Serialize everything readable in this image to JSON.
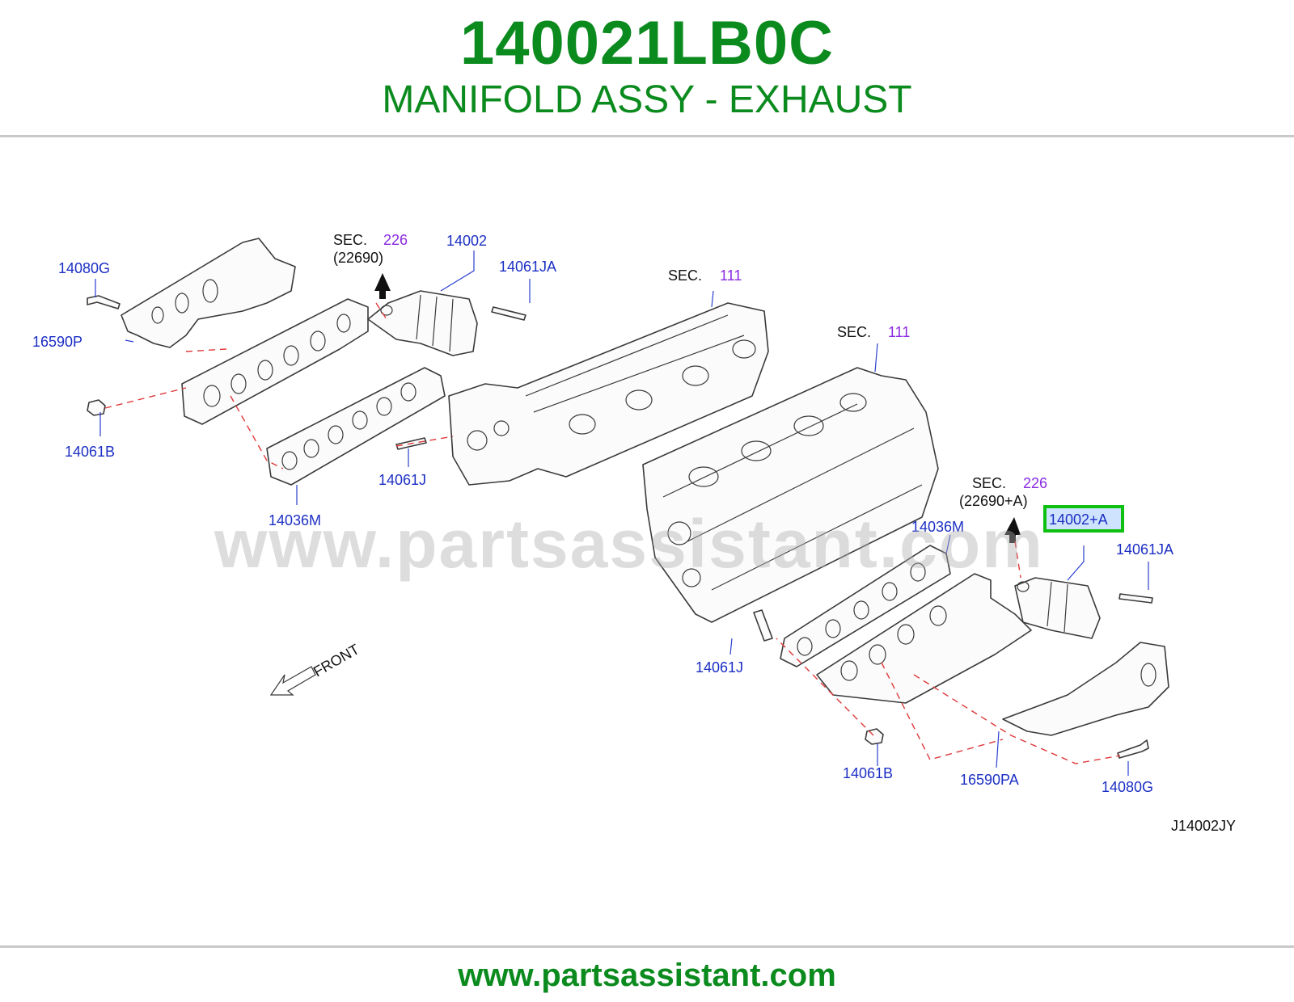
{
  "header": {
    "part_number": "140021LB0C",
    "part_name": "MANIFOLD ASSY - EXHAUST"
  },
  "diagram": {
    "watermark": "www.partsassistant.com",
    "diagram_code": "J14002JY",
    "front_label": "FRONT",
    "sec_word": "SEC.",
    "callouts": {
      "l_14080G": "14080G",
      "l_16590P": "16590P",
      "l_14061B": "14061B",
      "l_14036M": "14036M",
      "l_14061J": "14061J",
      "l_14002": "14002",
      "l_14061JA": "14061JA",
      "l_sec226_num": "226",
      "l_sec226_sub": "(22690)",
      "l_sec111a_num": "111",
      "l_sec111b_num": "111",
      "r_sec226_num": "226",
      "r_sec226_sub": "(22690+A)",
      "r_14002A": "14002+A",
      "r_14036M": "14036M",
      "r_14061JA": "14061JA",
      "r_14061J": "14061J",
      "r_14061B": "14061B",
      "r_16590PA": "16590PA",
      "r_14080G": "14080G"
    }
  },
  "footer": {
    "site": "www.partsassistant.com"
  },
  "colors": {
    "brand_green": "#0b8a1e",
    "callout_blue": "#1c2fc4",
    "section_purple": "#8a2be2",
    "highlight": "#10c010"
  }
}
